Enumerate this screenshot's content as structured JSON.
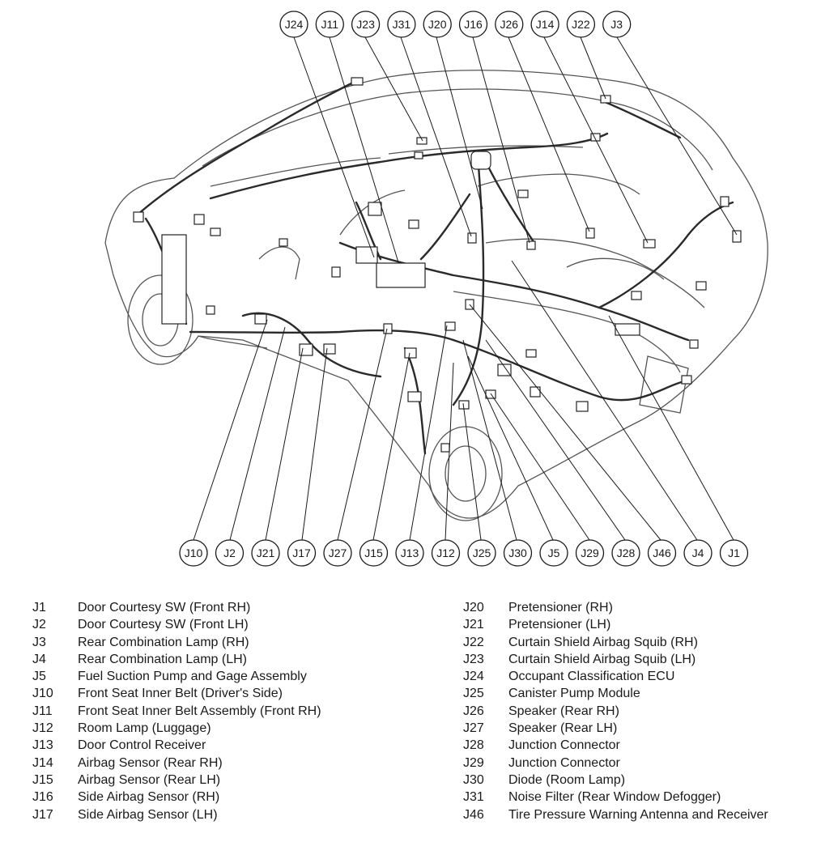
{
  "callouts_top": [
    "J24",
    "J11",
    "J23",
    "J31",
    "J20",
    "J16",
    "J26",
    "J14",
    "J22",
    "J3"
  ],
  "callouts_bottom": [
    "J10",
    "J2",
    "J21",
    "J17",
    "J27",
    "J15",
    "J13",
    "J12",
    "J25",
    "J30",
    "J5",
    "J29",
    "J28",
    "J46",
    "J4",
    "J1"
  ],
  "legend_left": [
    {
      "code": "J1",
      "desc": "Door Courtesy SW (Front RH)"
    },
    {
      "code": "J2",
      "desc": "Door Courtesy SW (Front LH)"
    },
    {
      "code": "J3",
      "desc": "Rear Combination Lamp (RH)"
    },
    {
      "code": "J4",
      "desc": "Rear Combination Lamp (LH)"
    },
    {
      "code": "J5",
      "desc": "Fuel Suction Pump and Gage Assembly"
    },
    {
      "code": "J10",
      "desc": "Front Seat Inner Belt (Driver's Side)"
    },
    {
      "code": "J11",
      "desc": "Front Seat Inner Belt Assembly (Front RH)"
    },
    {
      "code": "J12",
      "desc": "Room Lamp (Luggage)"
    },
    {
      "code": "J13",
      "desc": "Door Control Receiver"
    },
    {
      "code": "J14",
      "desc": "Airbag Sensor (Rear RH)"
    },
    {
      "code": "J15",
      "desc": "Airbag Sensor (Rear LH)"
    },
    {
      "code": "J16",
      "desc": "Side Airbag Sensor (RH)"
    },
    {
      "code": "J17",
      "desc": "Side Airbag Sensor (LH)"
    }
  ],
  "legend_right": [
    {
      "code": "J20",
      "desc": "Pretensioner (RH)"
    },
    {
      "code": "J21",
      "desc": "Pretensioner (LH)"
    },
    {
      "code": "J22",
      "desc": "Curtain Shield Airbag Squib (RH)"
    },
    {
      "code": "J23",
      "desc": "Curtain Shield Airbag Squib (LH)"
    },
    {
      "code": "J24",
      "desc": "Occupant Classification ECU"
    },
    {
      "code": "J25",
      "desc": "Canister Pump Module"
    },
    {
      "code": "J26",
      "desc": "Speaker (Rear RH)"
    },
    {
      "code": "J27",
      "desc": "Speaker (Rear LH)"
    },
    {
      "code": "J28",
      "desc": "Junction Connector"
    },
    {
      "code": "J29",
      "desc": "Junction Connector"
    },
    {
      "code": "J30",
      "desc": "Diode (Room Lamp)"
    },
    {
      "code": "J31",
      "desc": "Noise Filter (Rear Window Defogger)"
    },
    {
      "code": "J46",
      "desc": "Tire Pressure Warning Antenna and Receiver"
    }
  ]
}
